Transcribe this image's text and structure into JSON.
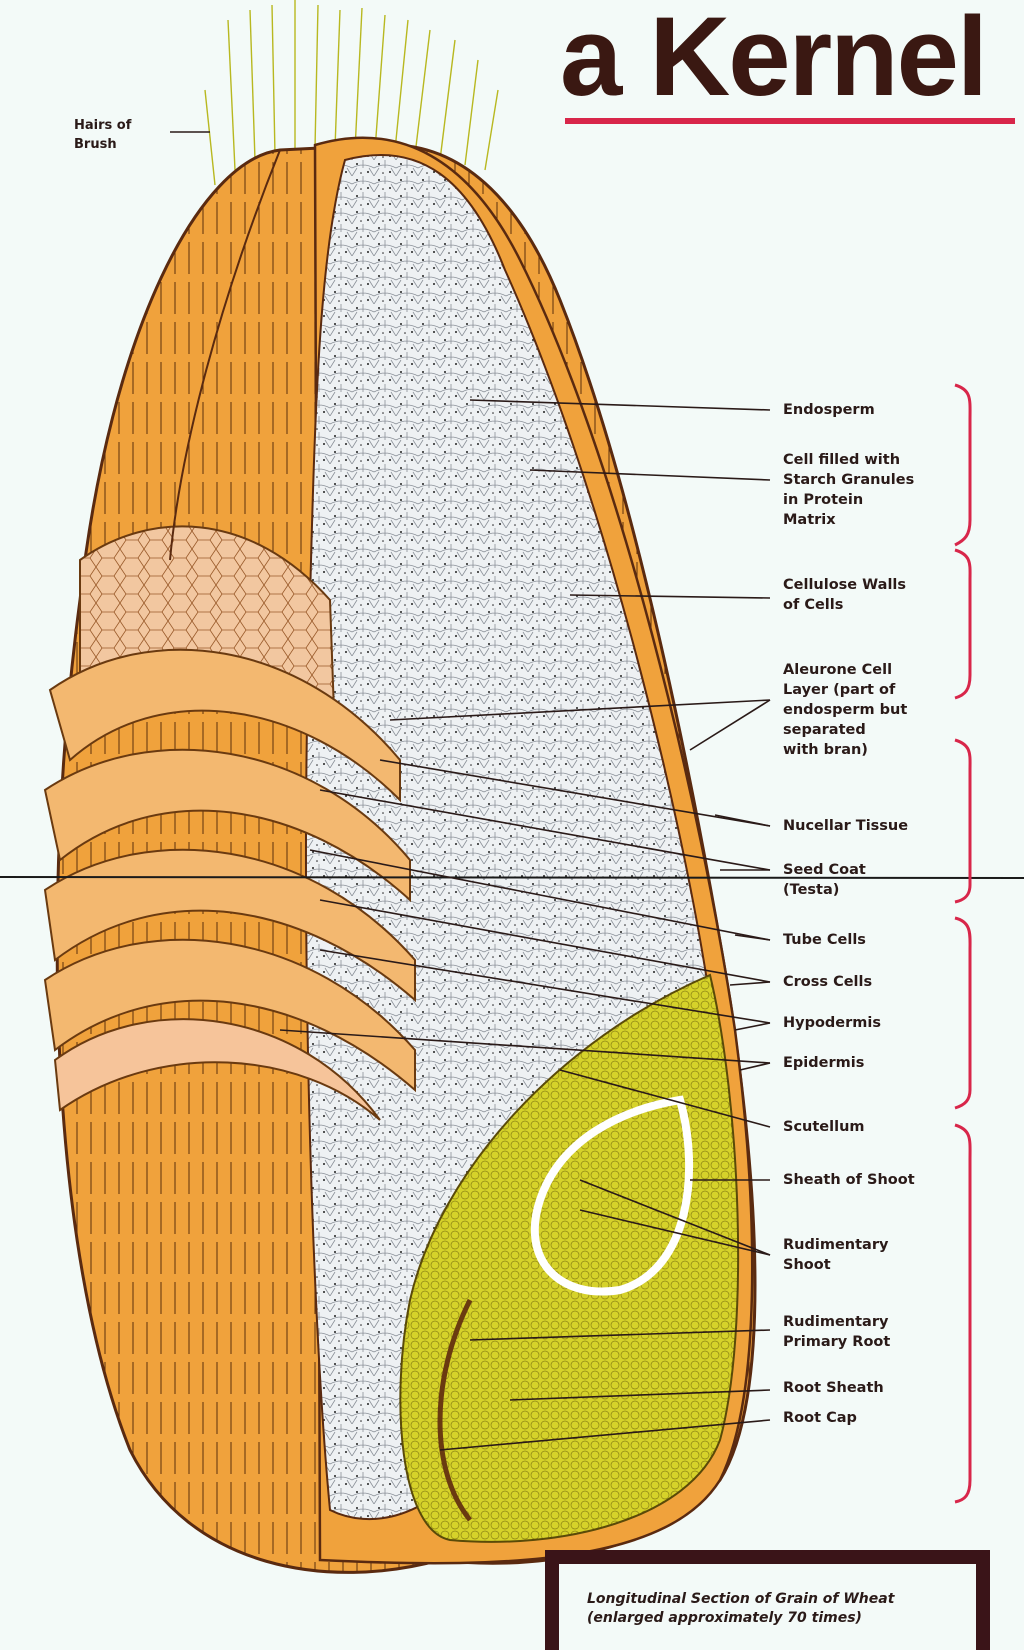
{
  "title": "a Kernel",
  "hairs_label": "Hairs of\nBrush",
  "labels": [
    "Endosperm",
    "Cell filled with\nStarch Granules\nin Protein\nMatrix",
    "Cellulose Walls\nof Cells",
    "Aleurone Cell\nLayer (part of\nendosperm but\nseparated\nwith bran)",
    "Nucellar Tissue",
    "Seed Coat\n(Testa)",
    "Tube Cells",
    "Cross Cells",
    "Hypodermis",
    "Epidermis",
    "Scutellum",
    "Sheath of Shoot",
    "Rudimentary\nShoot",
    "Rudimentary\nPrimary Root",
    "Root Sheath",
    "Root Cap"
  ],
  "caption": {
    "line1": "Longitudinal Section of Grain of Wheat",
    "line2": "(enlarged approximately 70 times)"
  },
  "colors": {
    "bran": "#f0a23c",
    "endosperm": "#e8ecef",
    "germ": "#d6d22a",
    "brace": "#d8264a",
    "title": "#3a1812"
  }
}
